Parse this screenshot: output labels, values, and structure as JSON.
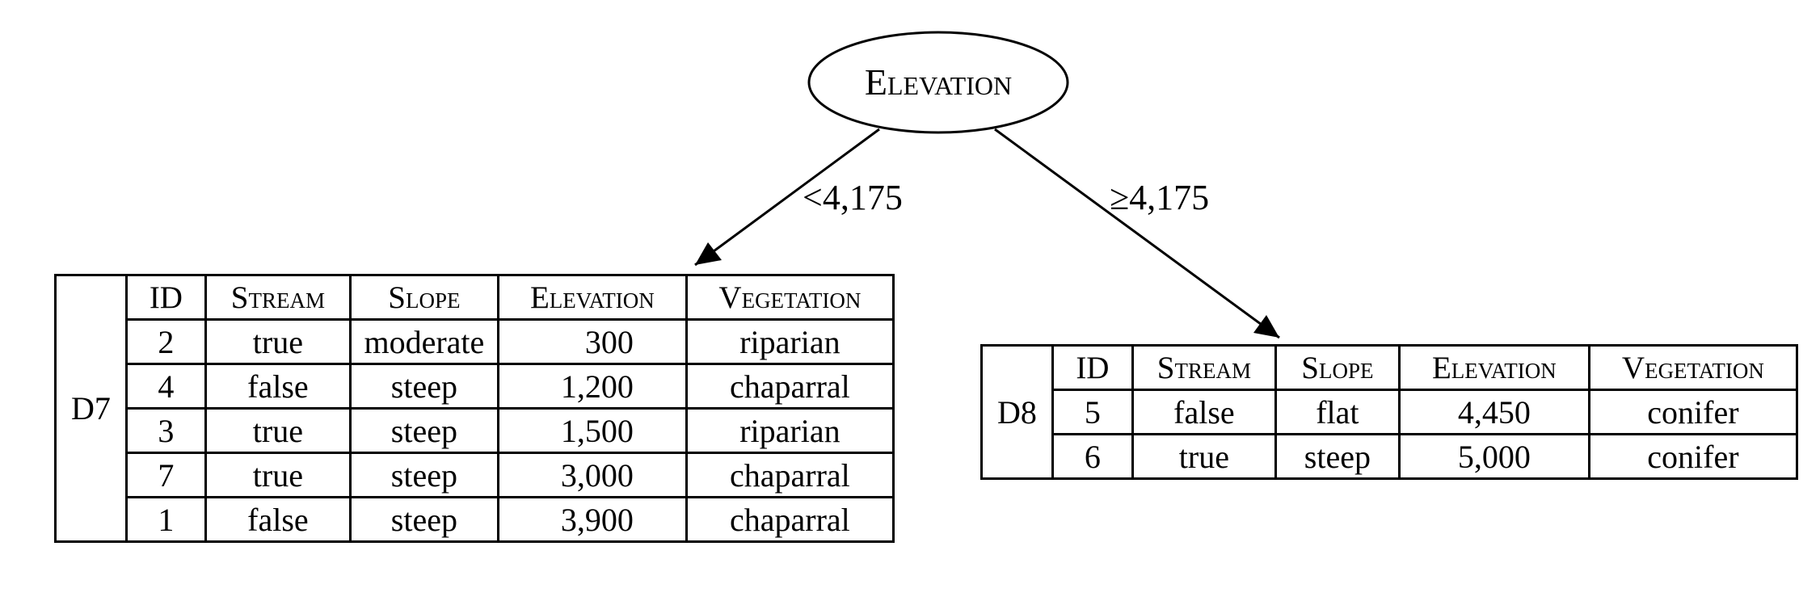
{
  "root": {
    "label": "Elevation"
  },
  "edges": [
    {
      "id": "left",
      "label": "<4,175"
    },
    {
      "id": "right",
      "label": "≥4,175"
    }
  ],
  "tables": {
    "d7": {
      "name": "D7",
      "columns": [
        "ID",
        "Stream",
        "Slope",
        "Elevation",
        "Vegetation"
      ],
      "rows": [
        [
          "2",
          "true",
          "moderate",
          "300",
          "riparian"
        ],
        [
          "4",
          "false",
          "steep",
          "1,200",
          "chaparral"
        ],
        [
          "3",
          "true",
          "steep",
          "1,500",
          "riparian"
        ],
        [
          "7",
          "true",
          "steep",
          "3,000",
          "chaparral"
        ],
        [
          "1",
          "false",
          "steep",
          "3,900",
          "chaparral"
        ]
      ]
    },
    "d8": {
      "name": "D8",
      "columns": [
        "ID",
        "Stream",
        "Slope",
        "Elevation",
        "Vegetation"
      ],
      "rows": [
        [
          "5",
          "false",
          "flat",
          "4,450",
          "conifer"
        ],
        [
          "6",
          "true",
          "steep",
          "5,000",
          "conifer"
        ]
      ]
    }
  }
}
